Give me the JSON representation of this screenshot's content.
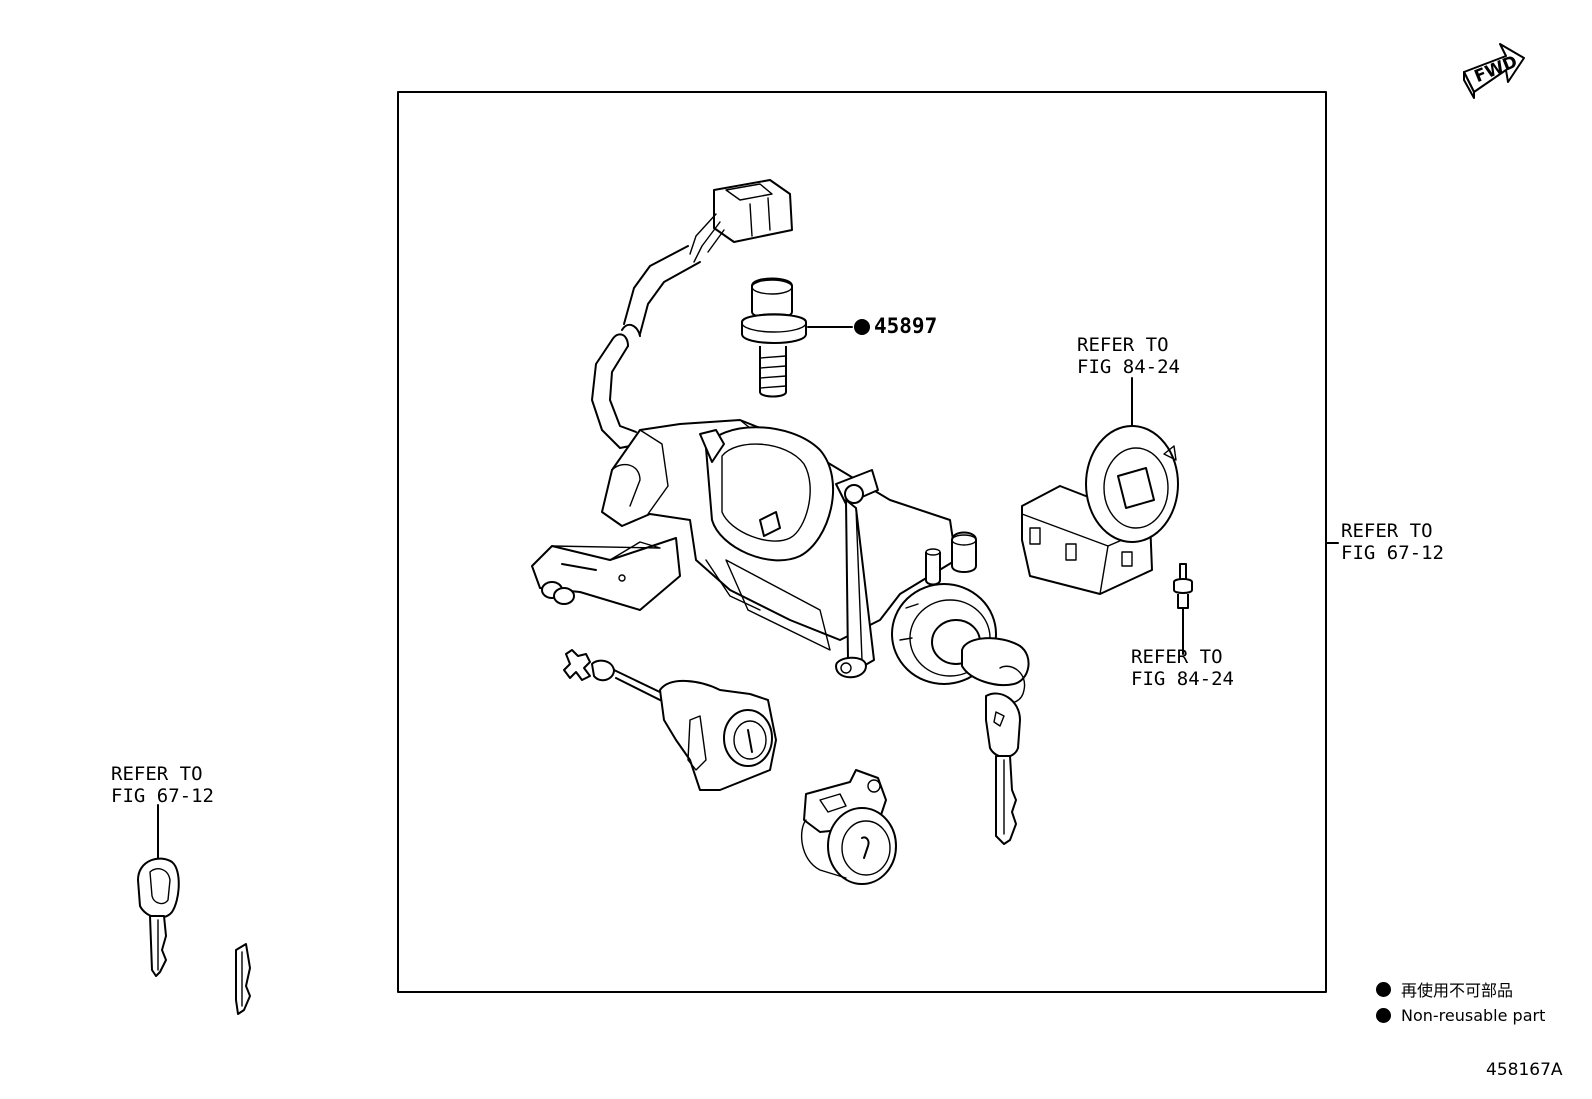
{
  "fwd_label": "FWD",
  "callouts": {
    "part_number": "45897",
    "refer_84_24_upper": {
      "line1": "REFER TO",
      "line2": "FIG 84-24"
    },
    "refer_84_24_lower": {
      "line1": "REFER TO",
      "line2": "FIG 84-24"
    },
    "refer_67_12_right": {
      "line1": "REFER TO",
      "line2": "FIG 67-12"
    },
    "refer_67_12_left": {
      "line1": "REFER TO",
      "line2": "FIG 67-12"
    }
  },
  "legend": {
    "jp": "再使用不可部品",
    "en": "Non-reusable part"
  },
  "illustration_id": "458167A"
}
